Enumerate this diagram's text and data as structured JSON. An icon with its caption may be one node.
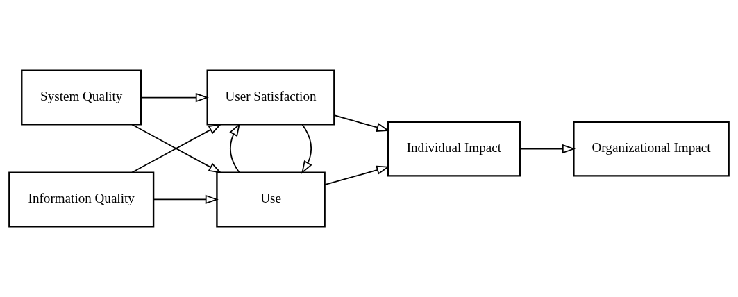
{
  "diagram": {
    "nodes": [
      {
        "text": [
          "System Quality"
        ]
      },
      {
        "text": [
          "Information Quality"
        ]
      },
      {
        "text": [
          "Use"
        ]
      },
      {
        "text": [
          "User Satisfaction"
        ]
      },
      {
        "text": [
          "Individual Impact"
        ]
      },
      {
        "text": [
          "Organizational Impact"
        ]
      }
    ],
    "edges": [
      {
        "from": 0,
        "to": 2,
        "arrow": "to"
      },
      {
        "from": 0,
        "to": 3,
        "arrow": "to"
      },
      {
        "from": 1,
        "to": 2,
        "arrow": "to"
      },
      {
        "from": 1,
        "to": 3,
        "arrow": "to"
      },
      {
        "from": 3,
        "to": 2,
        "arrow": "to"
      },
      {
        "from": 2,
        "to": 3,
        "arrow": "to"
      },
      {
        "from": 2,
        "to": 4,
        "arrow": "to"
      },
      {
        "from": 3,
        "to": 4,
        "arrow": "to"
      },
      {
        "from": 4,
        "to": 5,
        "arrow": "to"
      }
    ]
  }
}
